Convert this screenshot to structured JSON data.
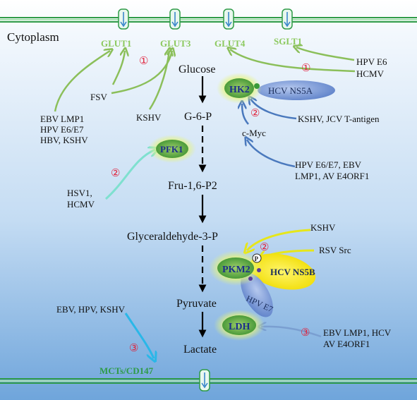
{
  "region_label": "Cytoplasm",
  "transporters": [
    "GLUT1",
    "GLUT3",
    "GLUT4",
    "SGLT1"
  ],
  "outlet_transporter": "MCTs/CD147",
  "pathway": [
    "Glucose",
    "G-6-P",
    "Fru-1,6-P2",
    "Glyceraldehyde-3-P",
    "Pyruvate",
    "Lactate"
  ],
  "enzymes": {
    "hk2": "HK2",
    "pfk1": "PFK1",
    "pkm2": "PKM2",
    "ldh": "LDH",
    "phospho": "P"
  },
  "viral_proteins": {
    "hcv_ns5a": "HCV NS5A",
    "hcv_ns5b": "HCV NS5B",
    "hpv_e7": "HPV E7"
  },
  "regulators": {
    "ebv_group": [
      "EBV LMP1",
      "HPV E6/E7",
      "HBV, KSHV"
    ],
    "fsv": "FSV",
    "kshv_left": "KSHV",
    "hpv_e6": "HPV E6",
    "hcmv_top": "HCMV",
    "kshv_jcv": "KSHV, JCV T-antigen",
    "cmyc": "c-Myc",
    "cmyc_inputs": [
      "HPV E6/E7, EBV",
      "LMP1, AV E4ORF1"
    ],
    "hsv_group": [
      "HSV1,",
      "HCMV"
    ],
    "kshv_pkm2": "KSHV",
    "rsv": "RSV Src",
    "ebv_hpv_kshv": "EBV, HPV, KSHV",
    "ldh_inputs": [
      "EBV LMP1, HCV",
      "AV E4ORF1"
    ]
  },
  "markers": {
    "one": "①",
    "two": "②",
    "three": "③"
  }
}
